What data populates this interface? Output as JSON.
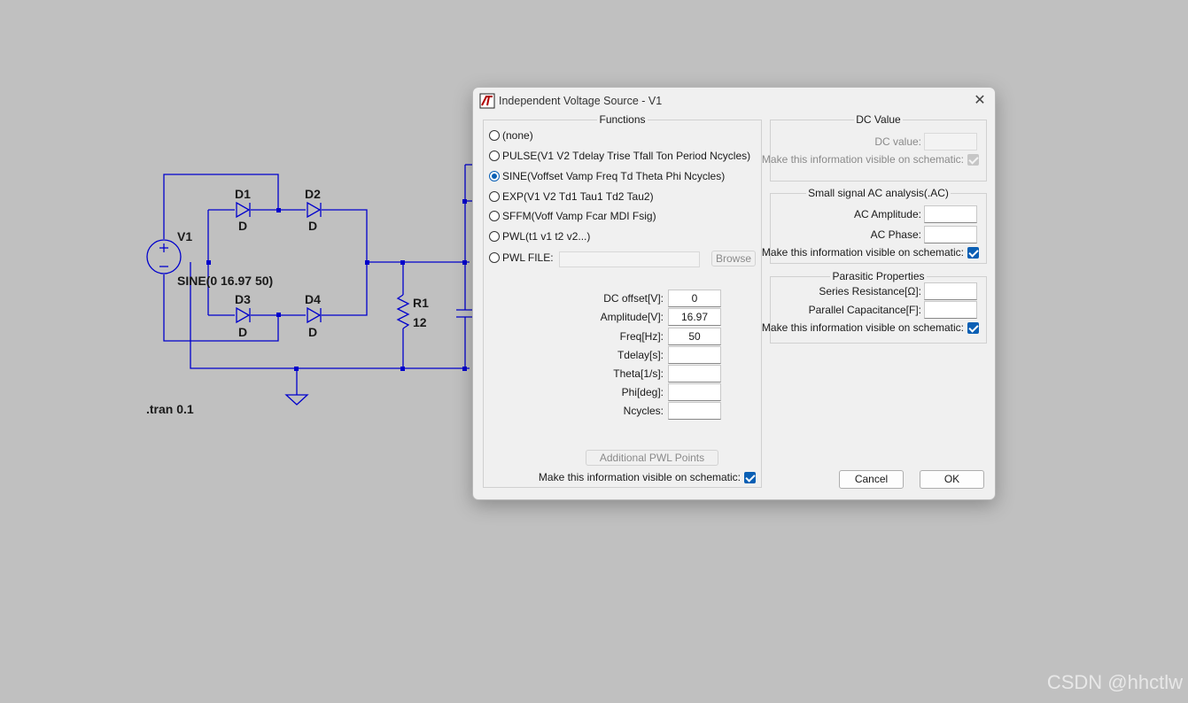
{
  "schematic": {
    "labels": {
      "v1": "V1",
      "source": "SINE(0 16.97 50)",
      "d1": "D1",
      "d1_model": "D",
      "d2": "D2",
      "d2_model": "D",
      "d3": "D3",
      "d3_model": "D",
      "d4": "D4",
      "d4_model": "D",
      "r1": "R1",
      "r1_value": "12",
      "directive": ".tran 0.1"
    },
    "wire_color": "#0000cc"
  },
  "dialog": {
    "title": "Independent Voltage Source - V1",
    "close_symbol": "✕",
    "functions": {
      "title": "Functions",
      "options": [
        {
          "label": "(none)",
          "checked": false
        },
        {
          "label": "PULSE(V1 V2 Tdelay Trise Tfall Ton Period Ncycles)",
          "checked": false
        },
        {
          "label": "SINE(Voffset Vamp Freq Td Theta Phi Ncycles)",
          "checked": true
        },
        {
          "label": "EXP(V1 V2 Td1 Tau1 Td2 Tau2)",
          "checked": false
        },
        {
          "label": "SFFM(Voff Vamp Fcar MDI Fsig)",
          "checked": false
        },
        {
          "label": "PWL(t1 v1 t2 v2...)",
          "checked": false
        },
        {
          "label": "PWL FILE:",
          "checked": false
        }
      ],
      "browse_label": "Browse",
      "params": [
        {
          "label": "DC offset[V]:",
          "value": "0"
        },
        {
          "label": "Amplitude[V]:",
          "value": "16.97"
        },
        {
          "label": "Freq[Hz]:",
          "value": "50"
        },
        {
          "label": "Tdelay[s]:",
          "value": ""
        },
        {
          "label": "Theta[1/s]:",
          "value": ""
        },
        {
          "label": "Phi[deg]:",
          "value": ""
        },
        {
          "label": "Ncycles:",
          "value": ""
        }
      ],
      "additional_pwl_label": "Additional PWL Points",
      "visible_label": "Make this information visible on schematic:"
    },
    "dc_value": {
      "title": "DC Value",
      "label": "DC value:",
      "value": "",
      "visible_label": "Make this information visible on schematic:"
    },
    "ac": {
      "title": "Small signal AC analysis(.AC)",
      "amplitude_label": "AC Amplitude:",
      "amplitude_value": "",
      "phase_label": "AC Phase:",
      "phase_value": "",
      "visible_label": "Make this information visible on schematic:"
    },
    "parasitic": {
      "title": "Parasitic Properties",
      "series_label": "Series Resistance[Ω]:",
      "series_value": "",
      "parallel_label": "Parallel Capacitance[F]:",
      "parallel_value": "",
      "visible_label": "Make this information visible on schematic:"
    },
    "cancel_label": "Cancel",
    "ok_label": "OK"
  },
  "watermark": "CSDN @hhctlw"
}
